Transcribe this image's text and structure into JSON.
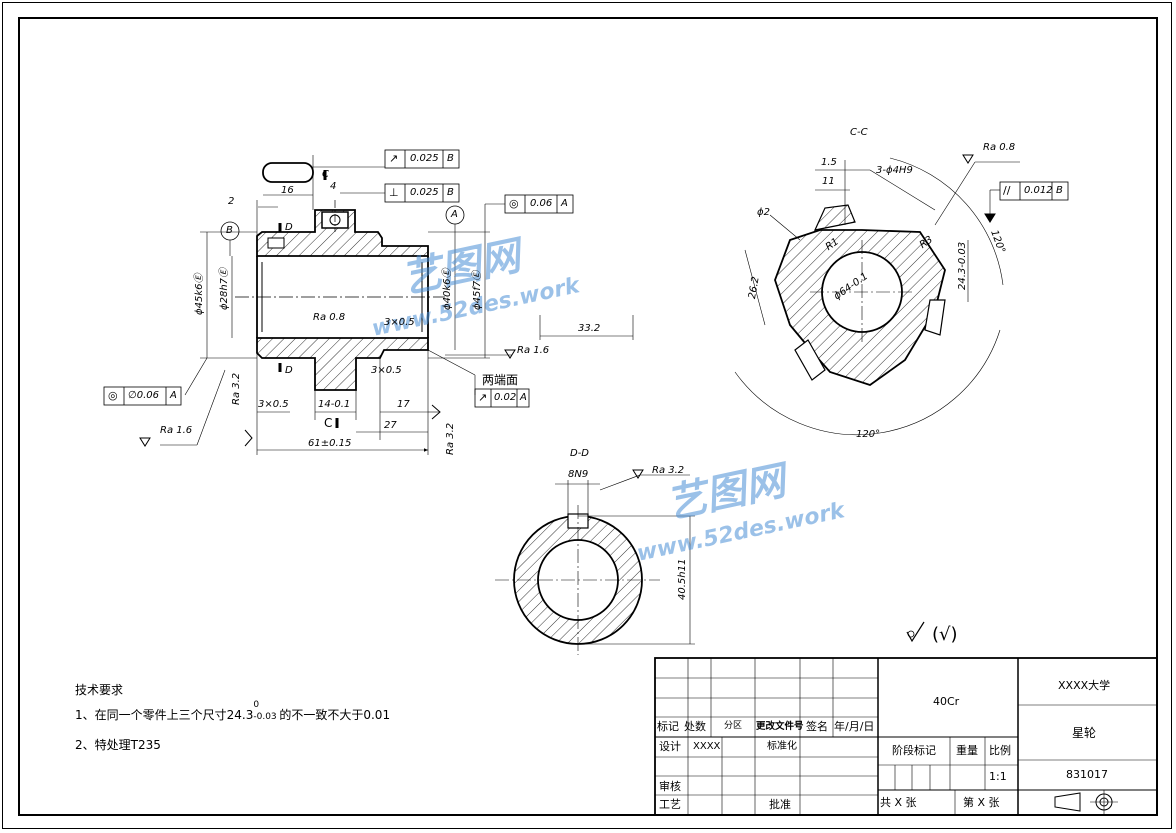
{
  "drawing": {
    "views": {
      "section_cc": "C-C",
      "section_dd": "D-D",
      "cut_c_upper": "C",
      "cut_c_lower": "C",
      "cut_d_upper": "D",
      "cut_d_lower": "D",
      "datum_a": "A",
      "datum_b": "B"
    },
    "tolerance_frames": [
      {
        "symbol": "↗",
        "value": "0.025",
        "datum": "B"
      },
      {
        "symbol": "⊥",
        "value": "0.025",
        "datum": "B"
      },
      {
        "symbol": "◎",
        "value": "0.06",
        "datum": "A"
      },
      {
        "symbol": "◎",
        "value": "∅0.06",
        "datum": "A"
      },
      {
        "symbol": "↗",
        "value": "0.02",
        "datum": "A"
      },
      {
        "symbol": "//",
        "value": "0.012",
        "datum": "B"
      }
    ],
    "dimensions_main": {
      "d16": "16",
      "d4": "4",
      "d2": "2",
      "phi45": "ϕ45k6Ⓔ",
      "phi28": "ϕ28h7Ⓔ",
      "phi40": "ϕ40k6Ⓔ",
      "phi45b": "ϕ45f7Ⓔ",
      "ra08": "Ra 0.8",
      "ch3x05a": "3×0.5",
      "d332": "33.2",
      "ra16a": "Ra 1.6",
      "two_ends": "两端面",
      "ch3x05b": "3×0.5",
      "ra32a": "Ra 3.2",
      "ch3x05c": "3×0.5",
      "d14": "14-0.1",
      "d17": "17",
      "d27": "27",
      "ra32b": "Ra 3.2",
      "d61": "61±0.15",
      "ra16b": "Ra 1.6"
    },
    "dimensions_cc": {
      "d15": "1.5",
      "d11": "11",
      "holes": "3-ϕ4H9",
      "rad2": "ϕ2",
      "r1": "R1",
      "r3": "R3",
      "d262": "26.2",
      "bore": "ϕ64-0.1",
      "d243": "24.3-0.03",
      "ra08": "Ra 0.8",
      "a120a": "120°",
      "a120b": "120°"
    },
    "dimensions_dd": {
      "key": "8N9",
      "ra32": "Ra 3.2",
      "d405": "40.5h11"
    },
    "roughness_note": "(√)",
    "watermark": {
      "cn": "艺图网",
      "url": "www.52des.work"
    }
  },
  "tech_requirements": {
    "title": "技术要求",
    "line1_prefix": "1、在同一个零件上三个尺寸24.3",
    "line1_sup": "0",
    "line1_sub": "-0.03",
    "line1_suffix": "的不一致不大于0.01",
    "line2": "2、特处理T235"
  },
  "title_block": {
    "material": "40Cr",
    "school": "XXXX大学",
    "part_name": "星轮",
    "drawing_no": "831017",
    "stage_label": "阶段标记",
    "weight_label": "重量",
    "scale_label": "比例",
    "scale": "1:1",
    "rev_cols": [
      "标记",
      "处数",
      "分区",
      "更改文件号",
      "签名",
      "年/月/日"
    ],
    "design": "设计",
    "designer": "XXXX",
    "standardize": "标准化",
    "review": "审核",
    "process": "工艺",
    "approve": "批准",
    "total_sheets": "共 X 张",
    "sheet_no": "第 X 张"
  }
}
